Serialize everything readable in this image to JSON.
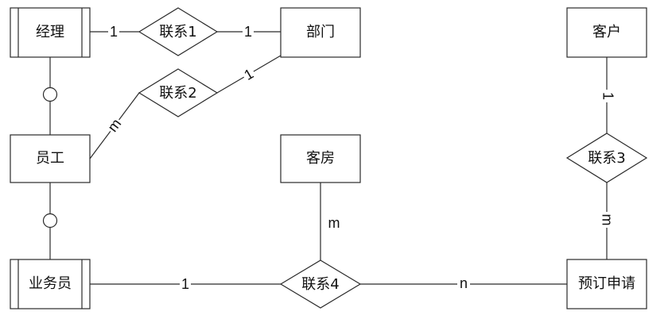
{
  "entities": {
    "manager": "经理",
    "department": "部门",
    "employee": "员工",
    "salesperson": "业务员",
    "guest_room": "客房",
    "customer": "客户",
    "booking_request": "预订申请"
  },
  "relationships": {
    "rel1": "联系1",
    "rel2": "联系2",
    "rel3": "联系3",
    "rel4": "联系4"
  },
  "cardinalities": {
    "manager_rel1": "1",
    "rel1_department": "1",
    "department_rel2": "1",
    "employee_rel2": "m",
    "customer_rel3": "1",
    "rel3_booking": "m",
    "salesperson_rel4": "1",
    "guestroom_rel4": "m",
    "rel4_booking": "n"
  },
  "colors": {
    "stroke": "#2a2a2a",
    "fill": "#ffffff",
    "text": "#111111"
  }
}
